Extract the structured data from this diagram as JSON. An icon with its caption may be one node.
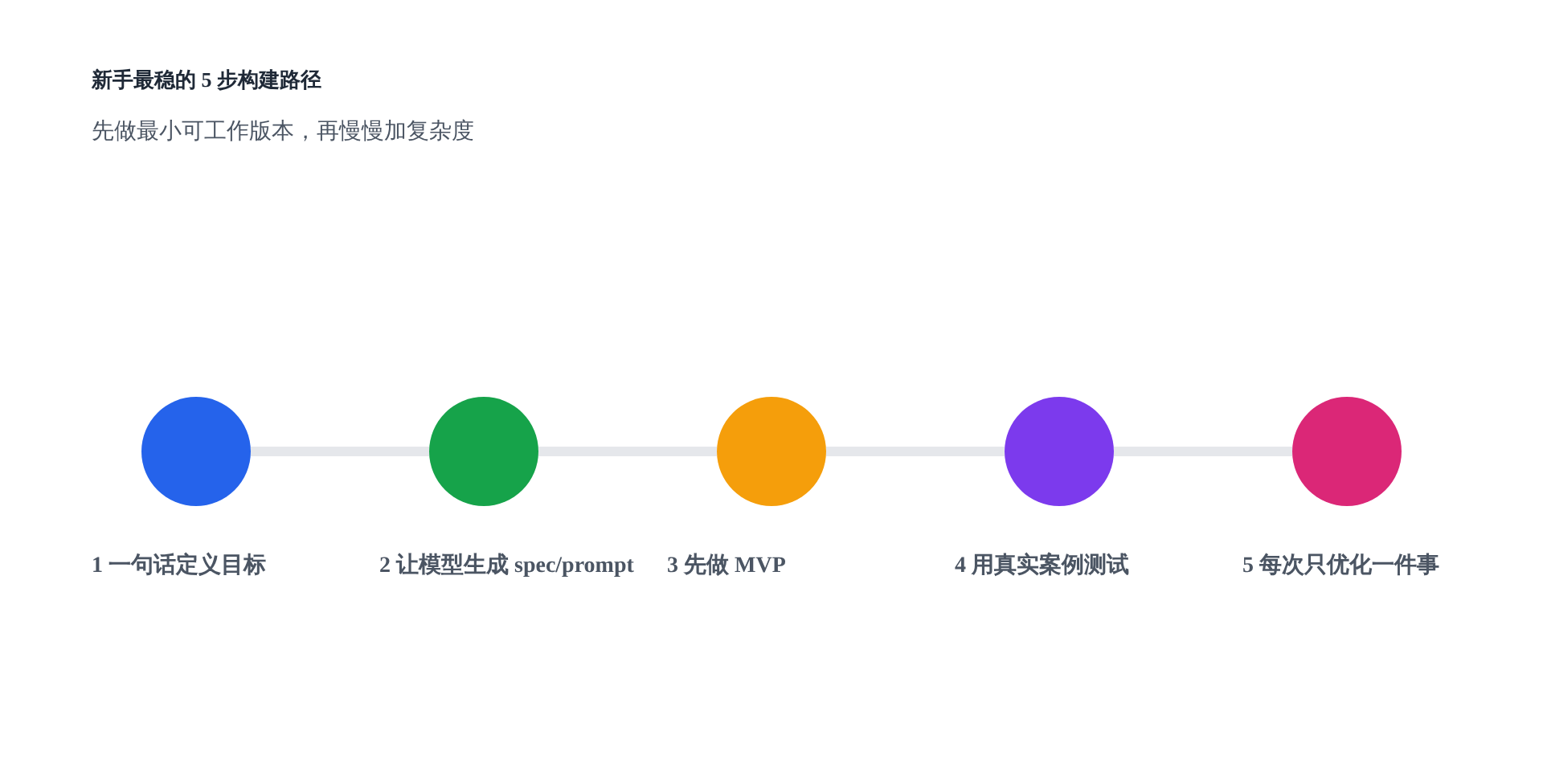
{
  "diagram": {
    "title": "新手最稳的 5 步构建路径",
    "nodes": [
      {
        "text": [
          "1 一句话定义目标"
        ]
      },
      {
        "text": [
          "2 让模型生成 spec/prompt"
        ]
      },
      {
        "text": [
          "3 先做 MVP"
        ]
      },
      {
        "text": [
          "4 用真实案例测试"
        ]
      },
      {
        "text": [
          "5 每次只优化一件事"
        ]
      }
    ],
    "edges": [
      {
        "from": 0,
        "to": 1,
        "arrow": "none"
      },
      {
        "from": 1,
        "to": 2,
        "arrow": "none"
      },
      {
        "from": 2,
        "to": 3,
        "arrow": "none"
      },
      {
        "from": 3,
        "to": 4,
        "arrow": "none"
      }
    ],
    "labels": [
      "先做最小可工作版本，再慢慢加复杂度"
    ]
  }
}
